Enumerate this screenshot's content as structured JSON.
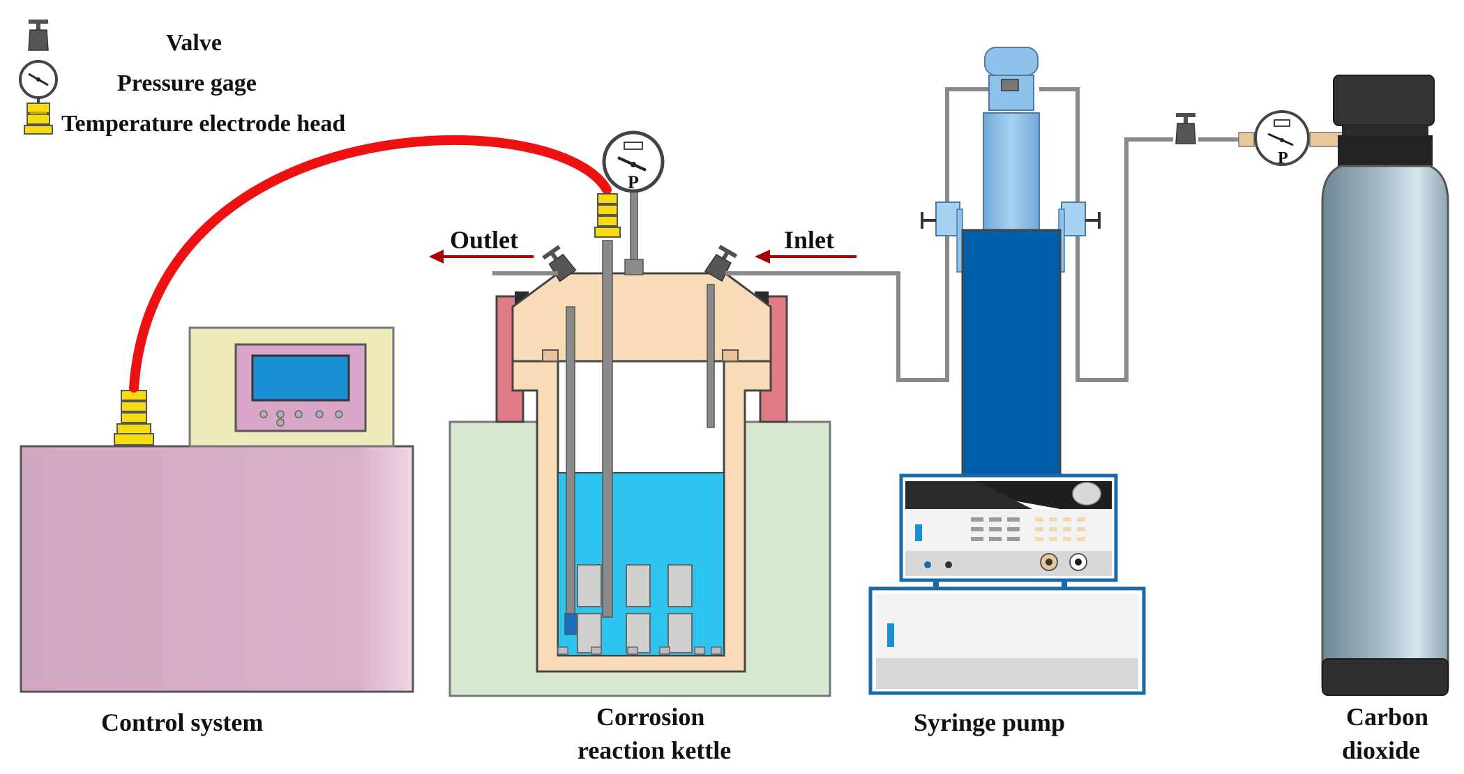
{
  "legend": {
    "valve": "Valve",
    "pressure_gage": "Pressure gage",
    "temperature_electrode_head": "Temperature electrode head"
  },
  "flow": {
    "outlet": "Outlet",
    "inlet": "Inlet"
  },
  "gage_symbol": "P",
  "components": {
    "control_system": "Control system",
    "kettle_line1": "Corrosion",
    "kettle_line2": "reaction kettle",
    "syringe_pump": "Syringe pump",
    "co2_line1": "Carbon",
    "co2_line2": "dioxide"
  },
  "colors": {
    "control_box": "#d8b0c8",
    "controller": "#ede9b8",
    "screen": "#1a8fd6",
    "heater_jacket": "#d8e8d0",
    "kettle_body": "#f8dcb8",
    "liquid": "#2ec4f0",
    "clamp": "#e07a84",
    "cable": "#ee1111",
    "pump_column": "#005fa8",
    "pump_piston": "#8ec2ea",
    "cylinder": "#8fa6b4",
    "arrow": "#a80000",
    "pipe": "#8a8a8a",
    "electrode": "#f4dc10"
  }
}
